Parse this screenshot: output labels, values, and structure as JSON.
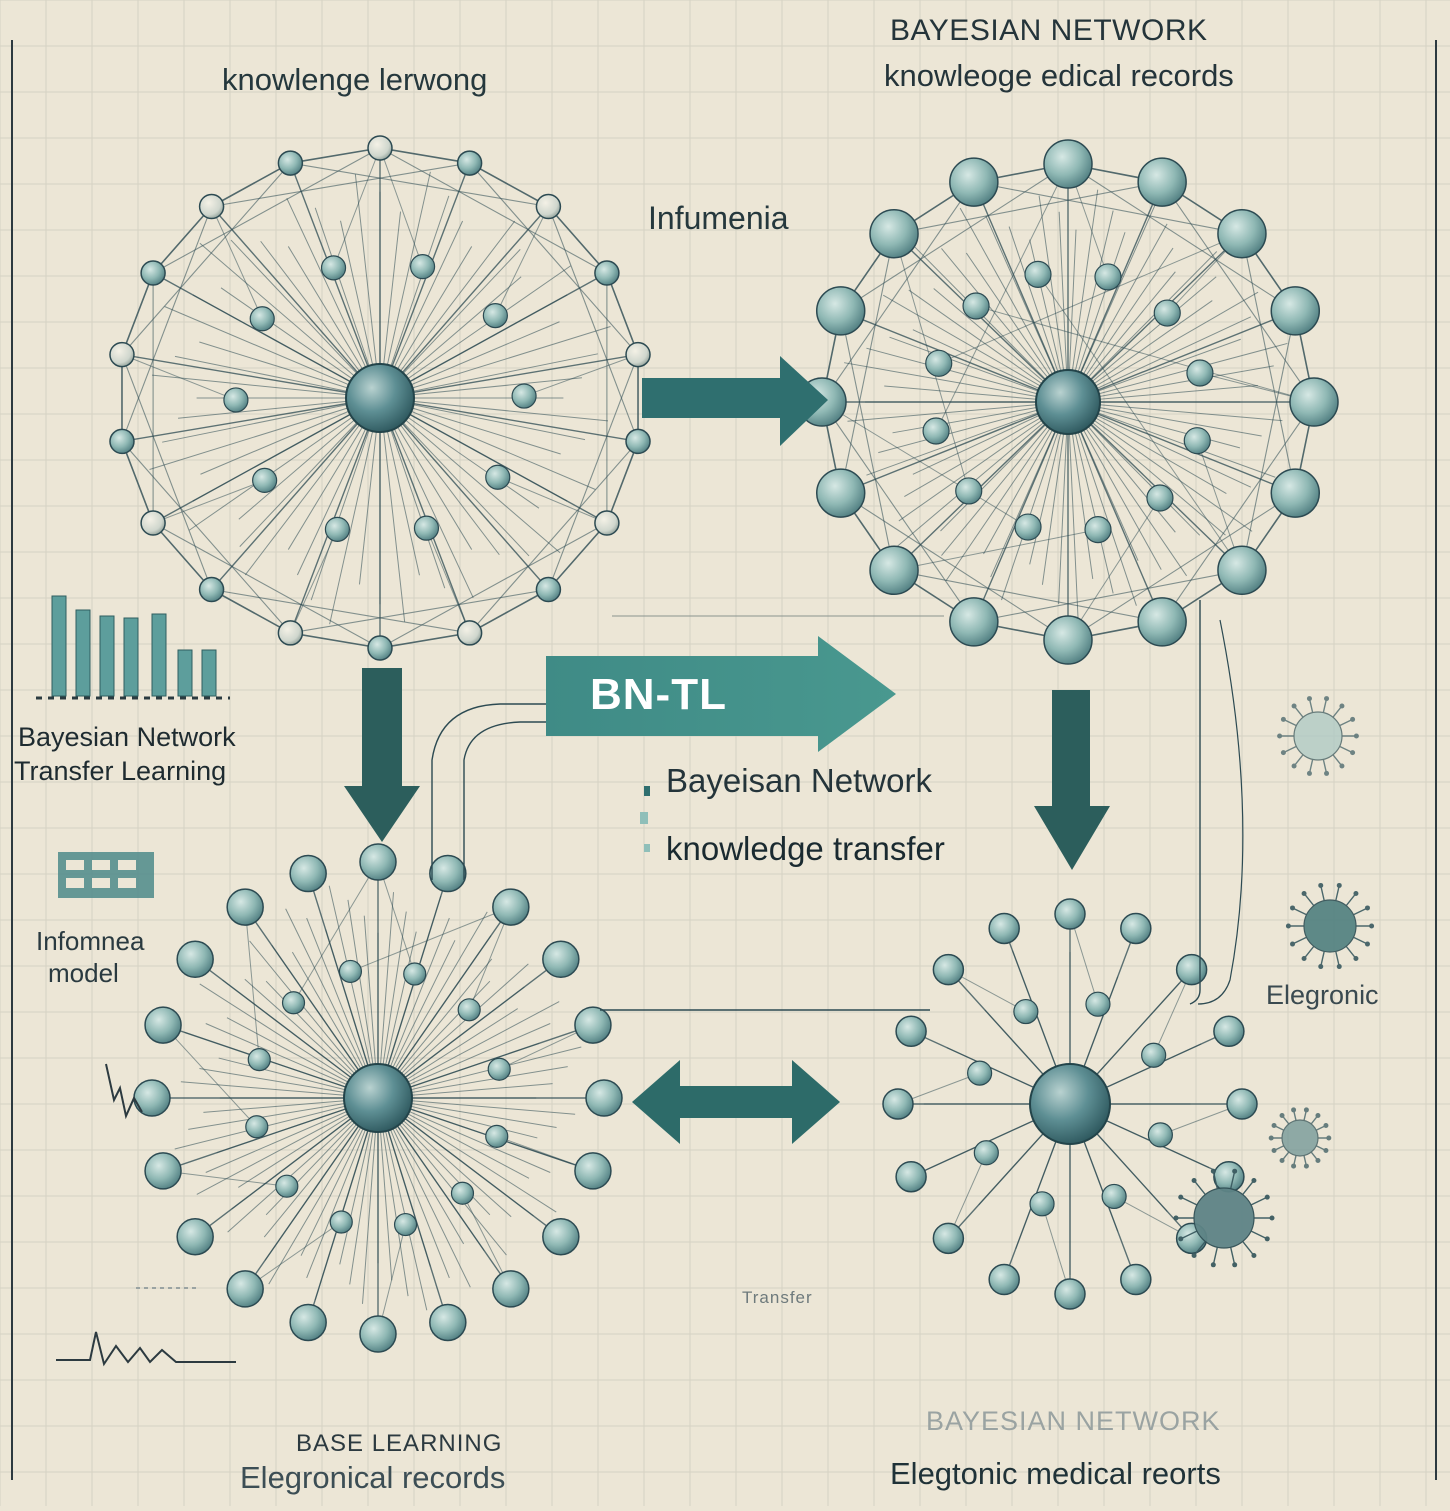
{
  "labels": {
    "top_left_title": "knowlenge lerwong",
    "top_right_title": "BAYESIAN NETWORK",
    "top_right_subtitle": "knowleoge edical records",
    "top_center": "Infumenia",
    "left_chart_label_1": "Bayesian Network",
    "left_chart_label_2": "Transfer Learning",
    "left_model_label_1": "Infomnea",
    "left_model_label_2": "model",
    "center_arrow_label": "BN-TL",
    "center_text_1": "Bayeisan Network",
    "center_text_2": "knowledge transfer",
    "right_virus_label": "Elegronic",
    "transfer_small": "Transfer",
    "bottom_left_1": "BASE LEARNING",
    "bottom_left_2": "Elegronical records",
    "bottom_right_1": "BAYESIAN NETWORK",
    "bottom_right_2": "Elegtonic medical reorts"
  },
  "colors": {
    "background": "#ece6d6",
    "grid": "#d5d2c4",
    "teal_dark": "#2f6f6f",
    "teal_arrow": "#3f8b86",
    "node_fill": "#8fb8b4",
    "node_center": "#4f7f86",
    "line": "#2c4a52"
  },
  "icons": [
    "mini-bar-chart-icon",
    "building-icon",
    "virus-icon"
  ]
}
